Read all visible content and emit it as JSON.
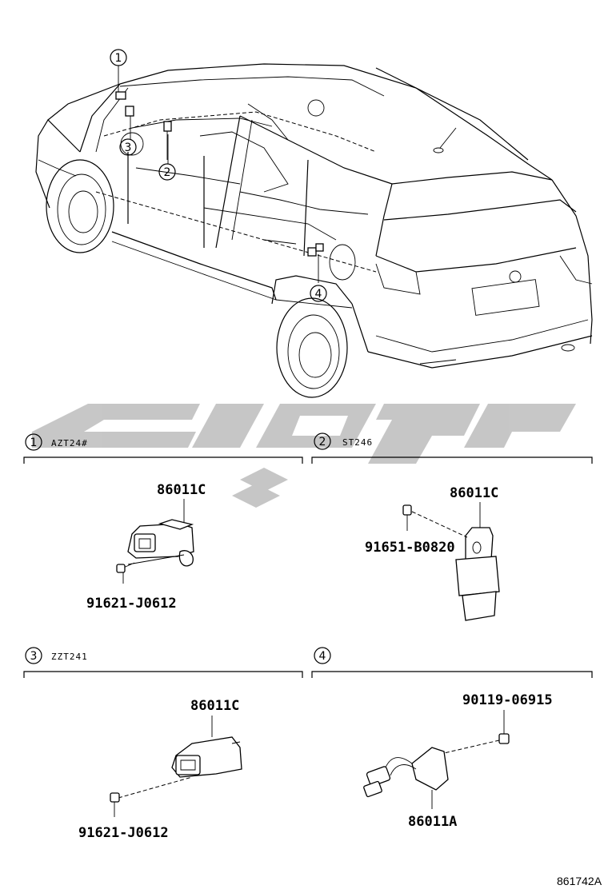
{
  "colors": {
    "line": "#000000",
    "watermark": "#bdbdbd",
    "background": "#ffffff"
  },
  "overview": {
    "callouts": [
      "1",
      "2",
      "3",
      "4"
    ]
  },
  "sections": [
    {
      "number": "1",
      "model": "AZT24#",
      "parts": [
        "86011C",
        "91621-J0612"
      ]
    },
    {
      "number": "2",
      "model": "ST246",
      "parts": [
        "86011C",
        "91651-B0820"
      ]
    },
    {
      "number": "3",
      "model": "ZZT241",
      "parts": [
        "86011C",
        "91621-J0612"
      ]
    },
    {
      "number": "4",
      "model": "",
      "parts": [
        "90119-06915",
        "86011A"
      ]
    }
  ],
  "reference": "861742A"
}
